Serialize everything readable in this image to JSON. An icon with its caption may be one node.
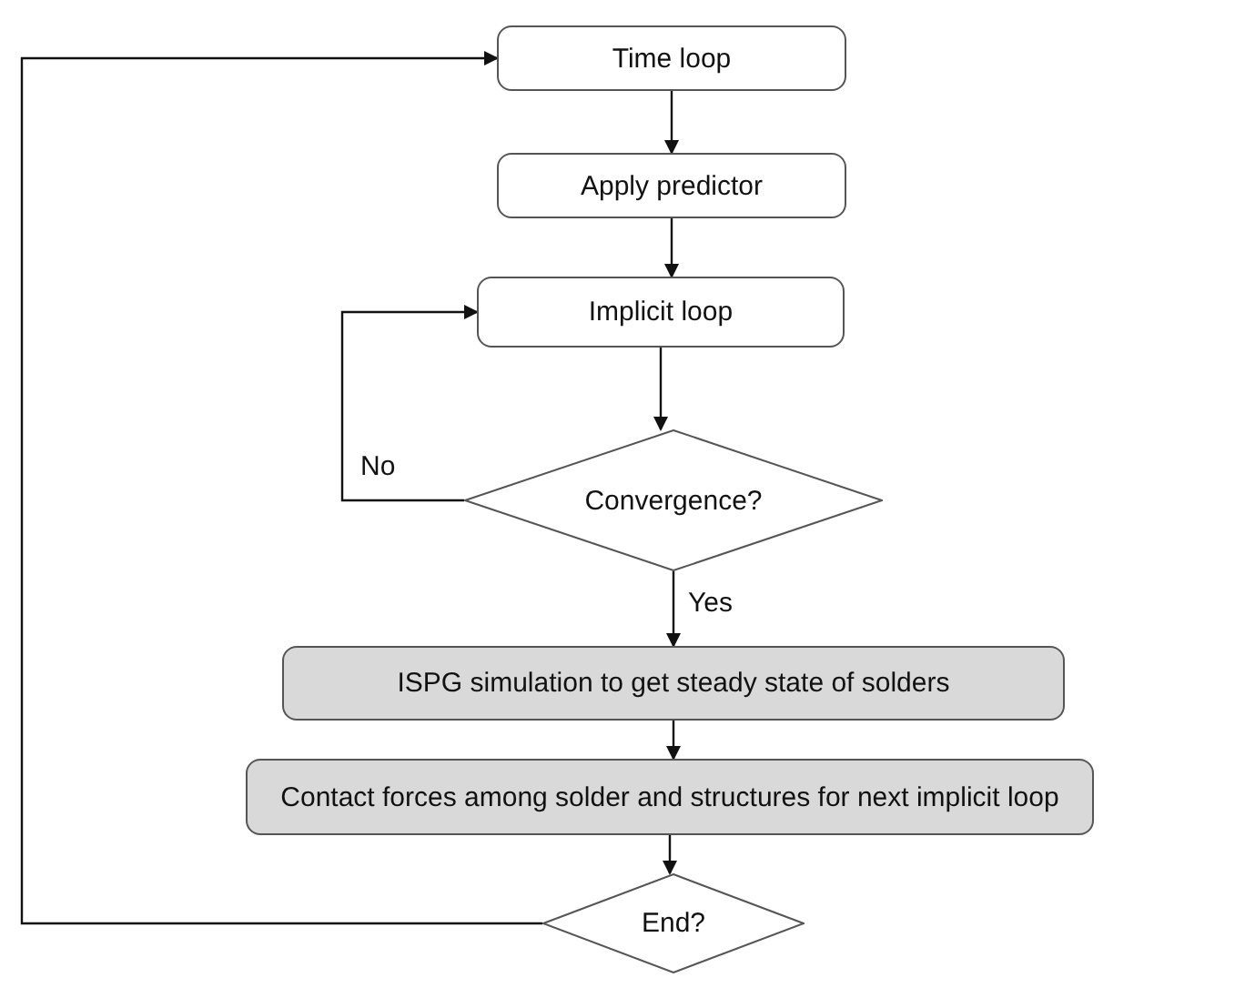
{
  "diagram": {
    "nodes": [
      {
        "text": [
          "Time loop"
        ]
      },
      {
        "text": [
          "Apply predictor"
        ]
      },
      {
        "text": [
          "Implicit loop"
        ]
      },
      {
        "text": [
          "Convergence?"
        ]
      },
      {
        "text": [
          "ISPG simulation to get steady state of solders"
        ]
      },
      {
        "text": [
          "Contact forces among solder and structures for next implicit loop"
        ]
      },
      {
        "text": [
          "End?"
        ]
      }
    ],
    "edges": [
      {
        "from": 0,
        "to": 1,
        "arrow": "to"
      },
      {
        "from": 1,
        "to": 2,
        "arrow": "to"
      },
      {
        "from": 2,
        "to": 3,
        "arrow": "to"
      },
      {
        "from": 3,
        "to": 2,
        "arrow": "to",
        "label": "No"
      },
      {
        "from": 3,
        "to": 4,
        "arrow": "to",
        "label": "Yes"
      },
      {
        "from": 4,
        "to": 5,
        "arrow": "to"
      },
      {
        "from": 5,
        "to": 6,
        "arrow": "to"
      },
      {
        "from": 6,
        "to": 0,
        "arrow": "to"
      }
    ]
  }
}
